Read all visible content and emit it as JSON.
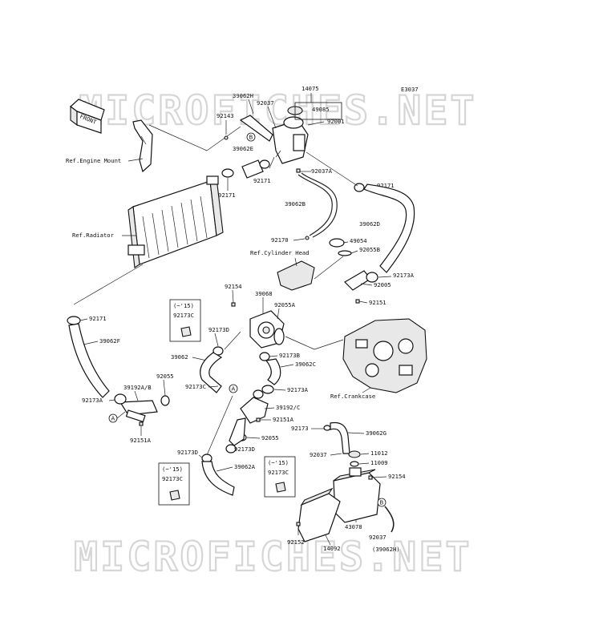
{
  "diagram_code": "E3037",
  "watermark": "MICROFICHES.NET",
  "front_label": "FRONT",
  "references": {
    "engine_mount": "Ref.Engine Mount",
    "radiator": "Ref.Radiator",
    "cylinder_head": "Ref.Cylinder Head",
    "crankcase": "Ref.Crankcase"
  },
  "callouts": {
    "a": "A",
    "b": "B"
  },
  "notes": {
    "year_note": "(~'15)",
    "part_92173c": "92173C"
  },
  "parts": {
    "p14075": "14075",
    "p49085": "49085",
    "p92001": "92001",
    "p39062h": "39062H",
    "p92037_top": "92037",
    "p92143": "92143",
    "p39062e": "39062E",
    "p92171_a": "92171",
    "p92171_b": "92171",
    "p92037a": "92037A",
    "p92171_c": "92171",
    "p39062b": "39062B",
    "p39062d": "39062D",
    "p92170": "92170",
    "p49054": "49054",
    "p92055b": "92055B",
    "p92173a_r": "92173A",
    "p92005": "92005",
    "p92151": "92151",
    "p92154_top": "92154",
    "p39068": "39068",
    "p92055a": "92055A",
    "p92173d_1": "92173D",
    "p39062": "39062",
    "p92173b": "92173B",
    "p39062c": "39062C",
    "p92173c_l": "92173C",
    "p92173a_m": "92173A",
    "p92171_d": "92171",
    "p39062f": "39062F",
    "p92055_l": "92055",
    "p39192ab": "39192A/B",
    "p92173a_l": "92173A",
    "p92151a_l": "92151A",
    "p39192c": "39192/C",
    "p92151a_m": "92151A",
    "p92055_m": "92055",
    "p92173d_2": "92173D",
    "p92173d_3": "92173D",
    "p39062a": "39062A",
    "p92173": "92173",
    "p39062g": "39062G",
    "p92037_r": "92037",
    "p11012": "11012",
    "p11009": "11009",
    "p92154_r": "92154",
    "p43078": "43078",
    "p92037_b": "92037",
    "p39062h_b": "(39062H)",
    "p92152": "92152",
    "p14092": "14092"
  }
}
